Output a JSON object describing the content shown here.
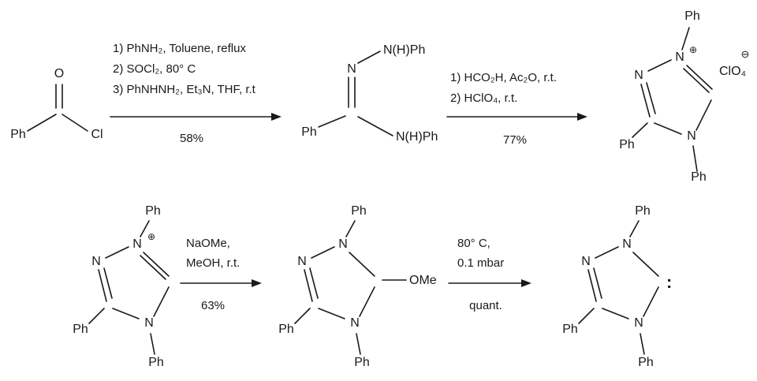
{
  "page": {
    "background": "#ffffff",
    "ink": "#1a1a1a"
  },
  "row1": {
    "benzoyl_chloride": {
      "oxygen": "O",
      "phenyl": "Ph",
      "chlorine": "Cl"
    },
    "step1": {
      "conditions": [
        "1) PhNH₂, Toluene, reflux",
        "2) SOCl₂, 80° C",
        "3) PhNHNH₂, Et₃N, THF, r.t"
      ],
      "yield": "58%"
    },
    "amidrazone": {
      "imine_n": "N",
      "hydrazide_nhph": "N(H)Ph",
      "phenyl": "Ph",
      "amine_nhph": "N(H)Ph"
    },
    "step2": {
      "conditions": [
        "1) HCO₂H, Ac₂O, r.t.",
        "2) HClO₄, r.t."
      ],
      "yield": "77%"
    },
    "triazolium_salt": {
      "n1_phenyl": "Ph",
      "n1": "N",
      "charge": "⊕",
      "n2": "N",
      "c3_phenyl": "Ph",
      "n4": "N",
      "n4_phenyl": "Ph",
      "counterion": "ClO₄",
      "counterion_charge": "⊖"
    }
  },
  "row2": {
    "triazolium_cation": {
      "n1_phenyl": "Ph",
      "n1": "N",
      "charge": "⊕",
      "n2": "N",
      "c3_phenyl": "Ph",
      "n4": "N",
      "n4_phenyl": "Ph"
    },
    "step3": {
      "conditions": [
        "NaOMe,",
        "MeOH, r.t."
      ],
      "yield": "63%"
    },
    "methoxy_triazoline": {
      "n1_phenyl": "Ph",
      "n1": "N",
      "n2": "N",
      "c3_phenyl": "Ph",
      "n4": "N",
      "n4_phenyl": "Ph",
      "methoxy": "OMe"
    },
    "step4": {
      "conditions": [
        "80° C,",
        "0.1 mbar"
      ],
      "yield": "quant."
    },
    "carbene": {
      "n1_phenyl": "Ph",
      "n1": "N",
      "n2": "N",
      "c3_phenyl": "Ph",
      "n4": "N",
      "n4_phenyl": "Ph",
      "lone_pair": ":"
    }
  }
}
